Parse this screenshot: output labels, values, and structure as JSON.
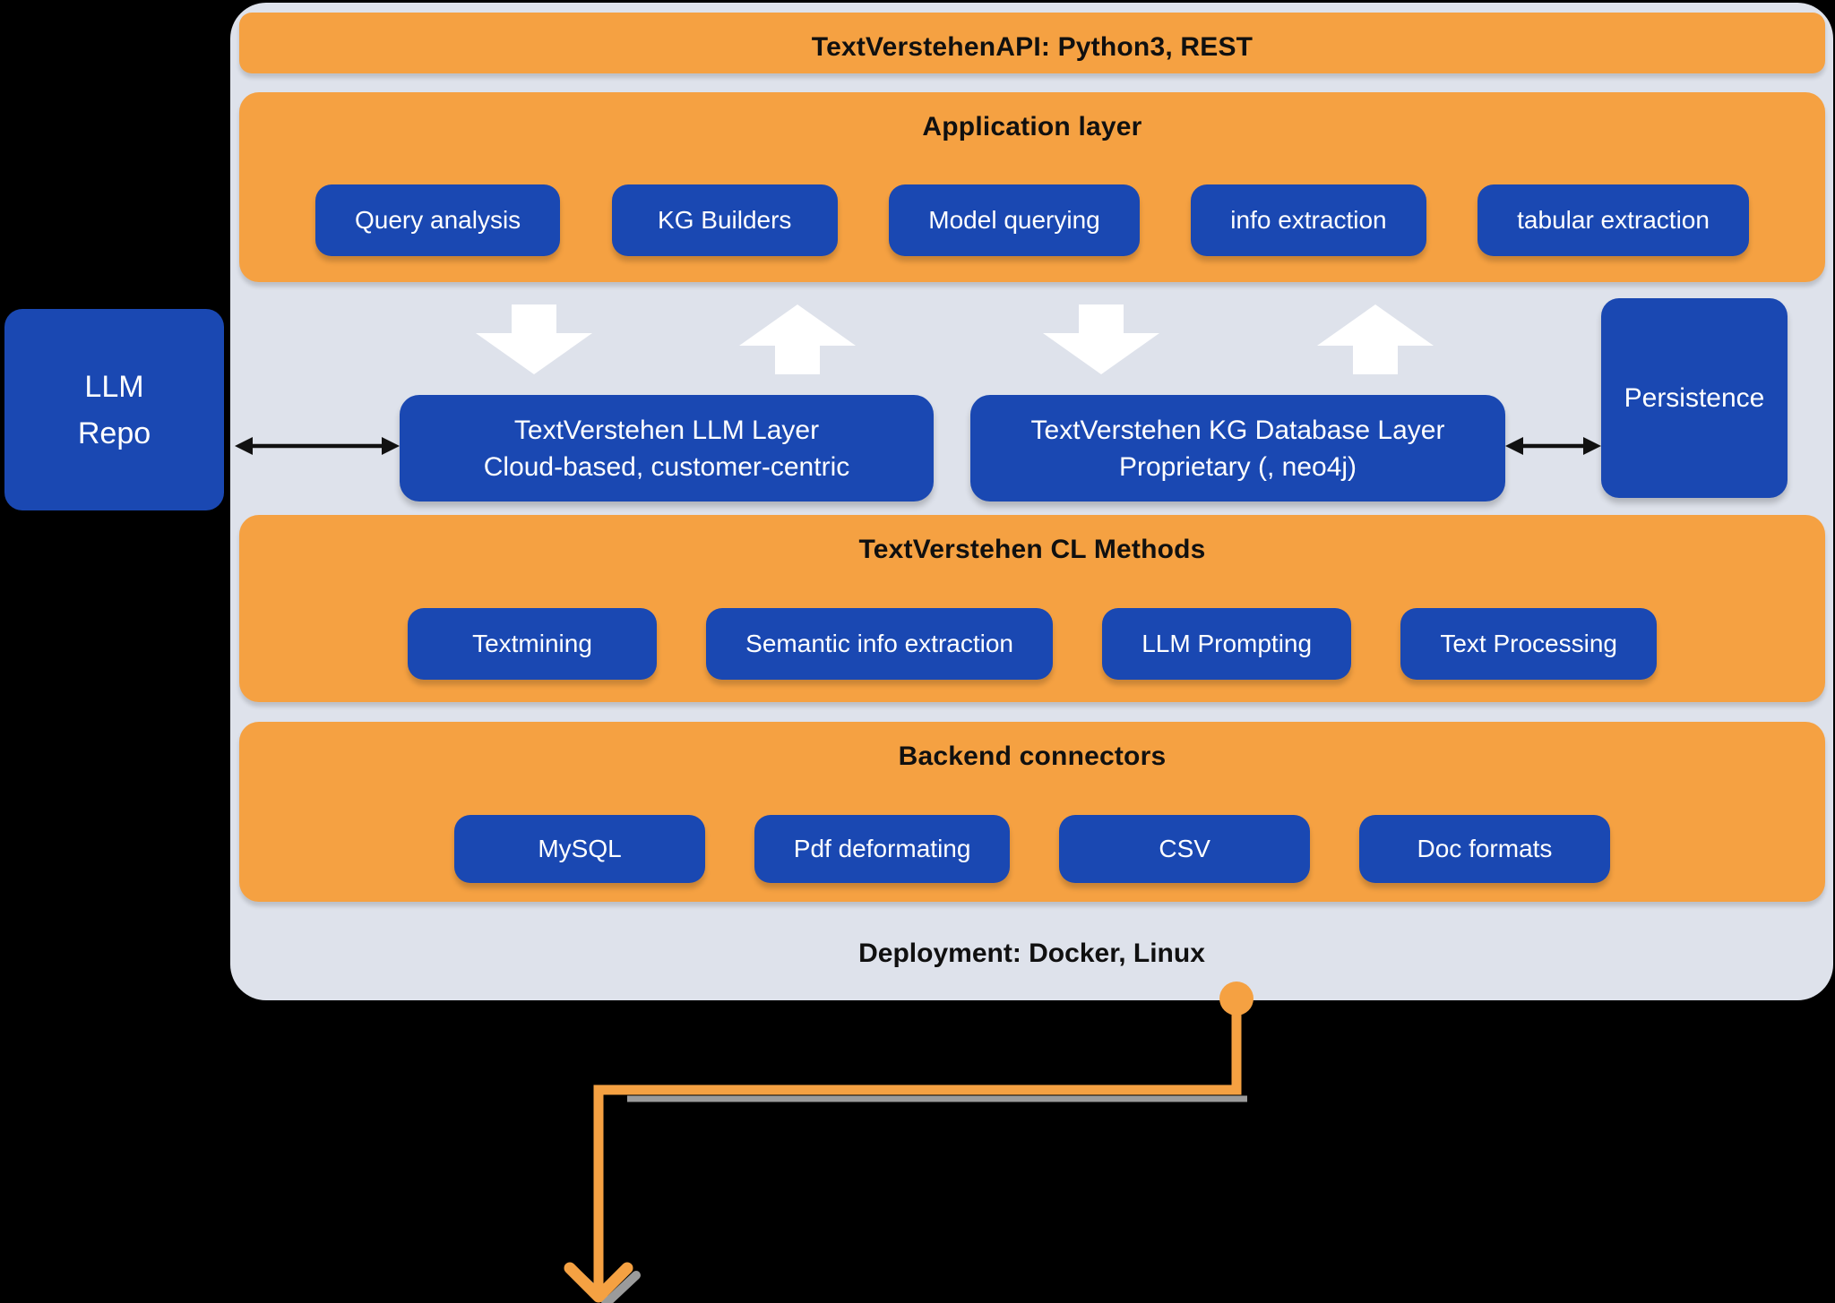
{
  "colors": {
    "background": "#000000",
    "panel": "#DEE2EB",
    "orange": "#F5A142",
    "blue": "#1A48B2",
    "white": "#FFFFFF",
    "ink": "#101010",
    "shadow": "#9B9B9B"
  },
  "api_banner": {
    "label": "TextVerstehenAPI: Python3, REST"
  },
  "application_layer": {
    "title": "Application layer",
    "items": [
      "Query analysis",
      "KG Builders",
      "Model querying",
      "info extraction",
      "tabular extraction"
    ]
  },
  "llm_repo": {
    "line1": "LLM",
    "line2": "Repo"
  },
  "llm_layer": {
    "line1": "TextVerstehen LLM Layer",
    "line2": "Cloud-based, customer-centric"
  },
  "kg_layer": {
    "line1": "TextVerstehen KG Database Layer",
    "line2": "Proprietary (, neo4j)"
  },
  "persistence": {
    "label": "Persistence"
  },
  "cl_methods": {
    "title": "TextVerstehen CL Methods",
    "items": [
      "Textmining",
      "Semantic info extraction",
      "LLM Prompting",
      "Text Processing"
    ]
  },
  "backend_connectors": {
    "title": "Backend connectors",
    "items": [
      "MySQL",
      "Pdf deformating",
      "CSV",
      "Doc formats"
    ]
  },
  "deployment": {
    "label": "Deployment: Docker, Linux"
  }
}
